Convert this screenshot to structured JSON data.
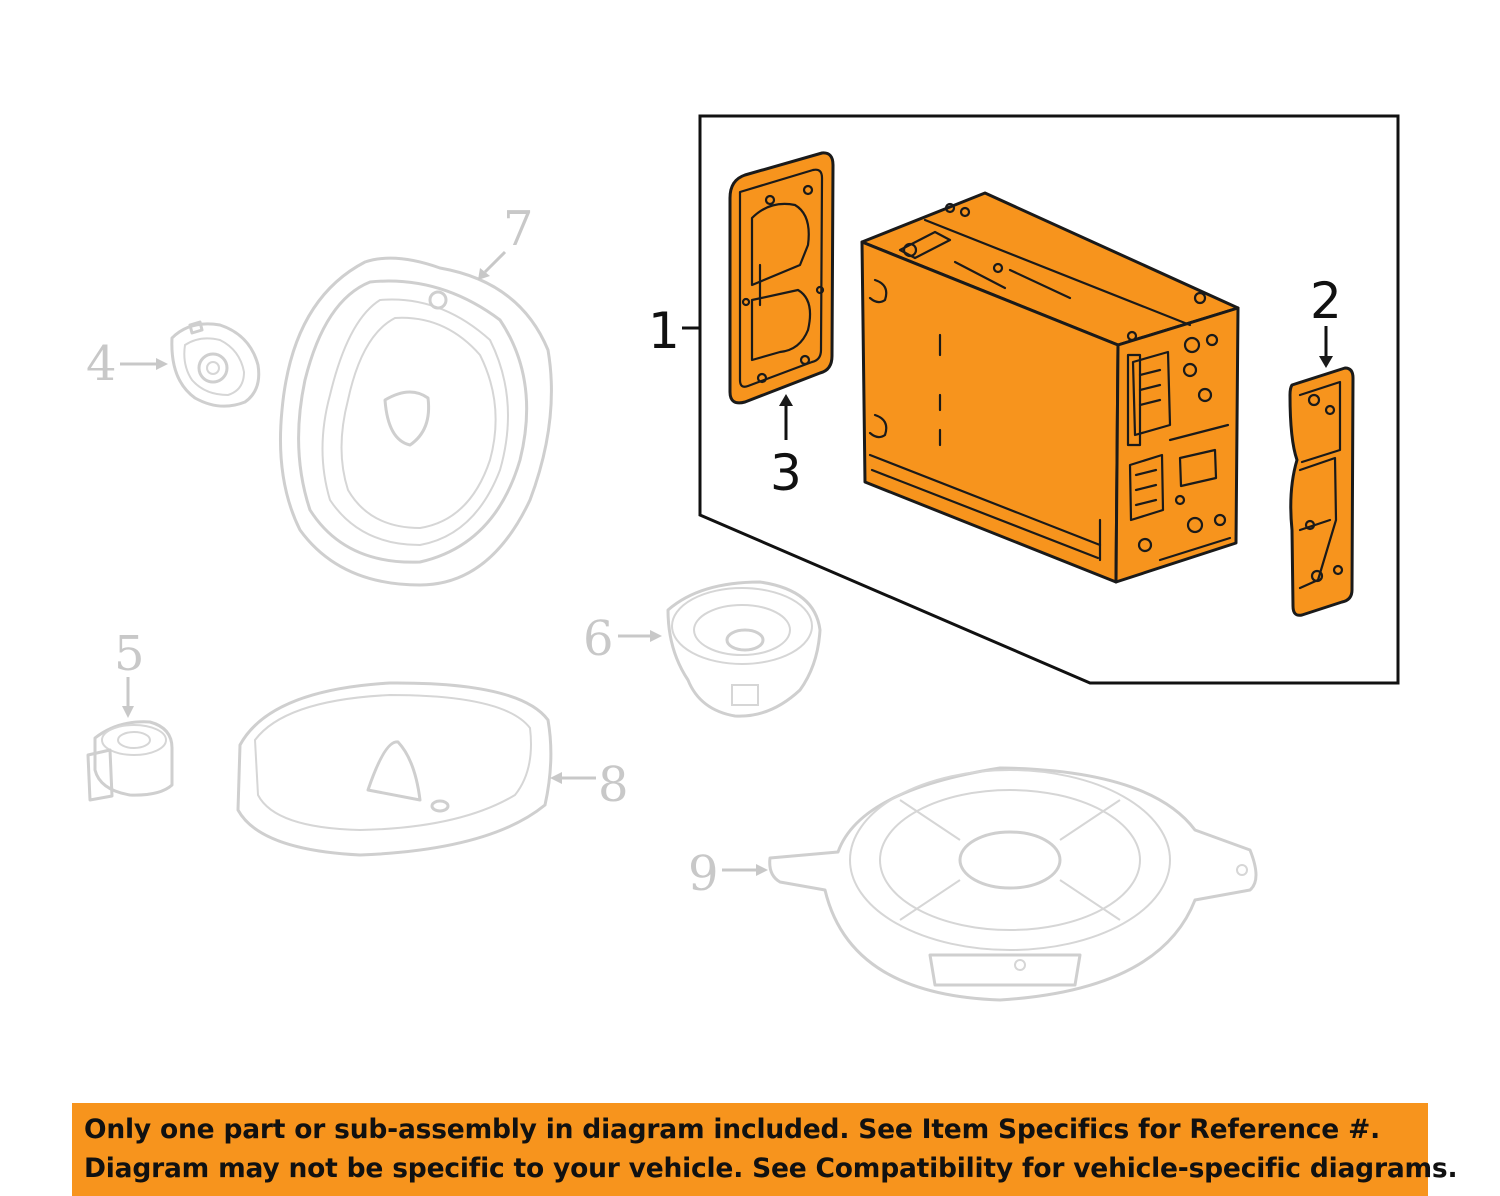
{
  "callouts": {
    "c1": "1",
    "c2": "2",
    "c3": "3",
    "c4": "4",
    "c5": "5",
    "c6": "6",
    "c7": "7",
    "c8": "8",
    "c9": "9"
  },
  "colors": {
    "highlight": "#f7941d",
    "ghost_outline": "#cfcfcf",
    "ink": "#1a1a1a"
  },
  "disclaimer": {
    "line1": "Only one part or sub-assembly in diagram included. See Item Specifics for Reference #.",
    "line2": "Diagram may not be specific to your vehicle. See Compatibility for vehicle-specific diagrams."
  }
}
